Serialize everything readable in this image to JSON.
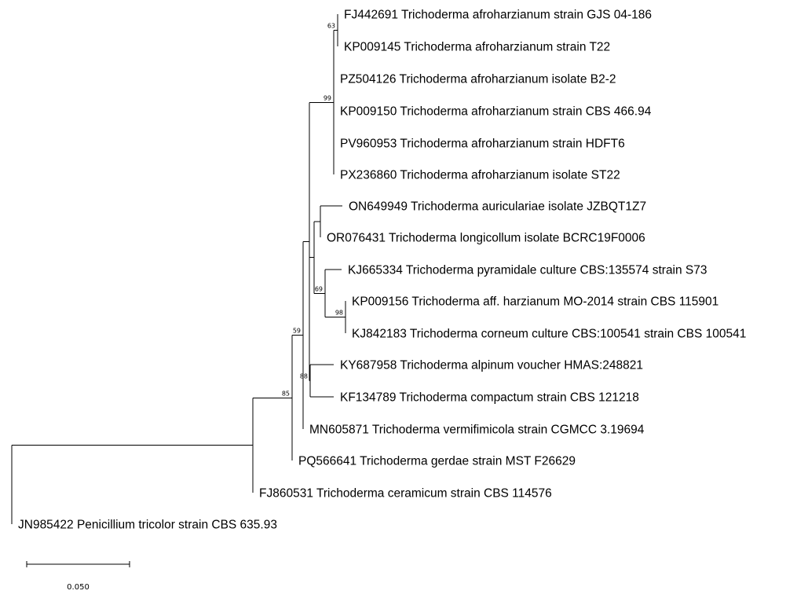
{
  "taxa": [
    "FJ442691 Trichoderma afroharzianum strain GJS 04-186",
    "KP009145 Trichoderma afroharzianum strain T22",
    "PZ504126 Trichoderma afroharzianum isolate B2-2",
    "KP009150 Trichoderma afroharzianum strain CBS 466.94",
    "PV960953 Trichoderma afroharzianum strain HDFT6",
    "PX236860 Trichoderma afroharzianum isolate ST22",
    "ON649949 Trichoderma auriculariae isolate JZBQT1Z7",
    "OR076431 Trichoderma longicollum isolate BCRC19F0006",
    "KJ665334 Trichoderma pyramidale culture CBS:135574 strain S73",
    "KP009156 Trichoderma aff. harzianum MO-2014 strain CBS 115901",
    "KJ842183 Trichoderma corneum culture CBS:100541 strain CBS 100541",
    "KY687958 Trichoderma alpinum voucher HMAS:248821",
    "KF134789 Trichoderma compactum strain CBS 121218",
    "MN605871 Trichoderma vermifimicola strain CGMCC 3.19694",
    "PQ566641 Trichoderma gerdae strain MST F26629",
    "FJ860531 Trichoderma ceramicum strain CBS 114576",
    "JN985422 Penicillium tricolor strain CBS 635.93"
  ],
  "bootstrap": {
    "n63": "63",
    "n99": "99",
    "n69": "69",
    "n98": "98",
    "n88": "88",
    "n59": "59",
    "n85": "85"
  },
  "scale_bar": {
    "value": 0.05,
    "label": "0.050"
  }
}
